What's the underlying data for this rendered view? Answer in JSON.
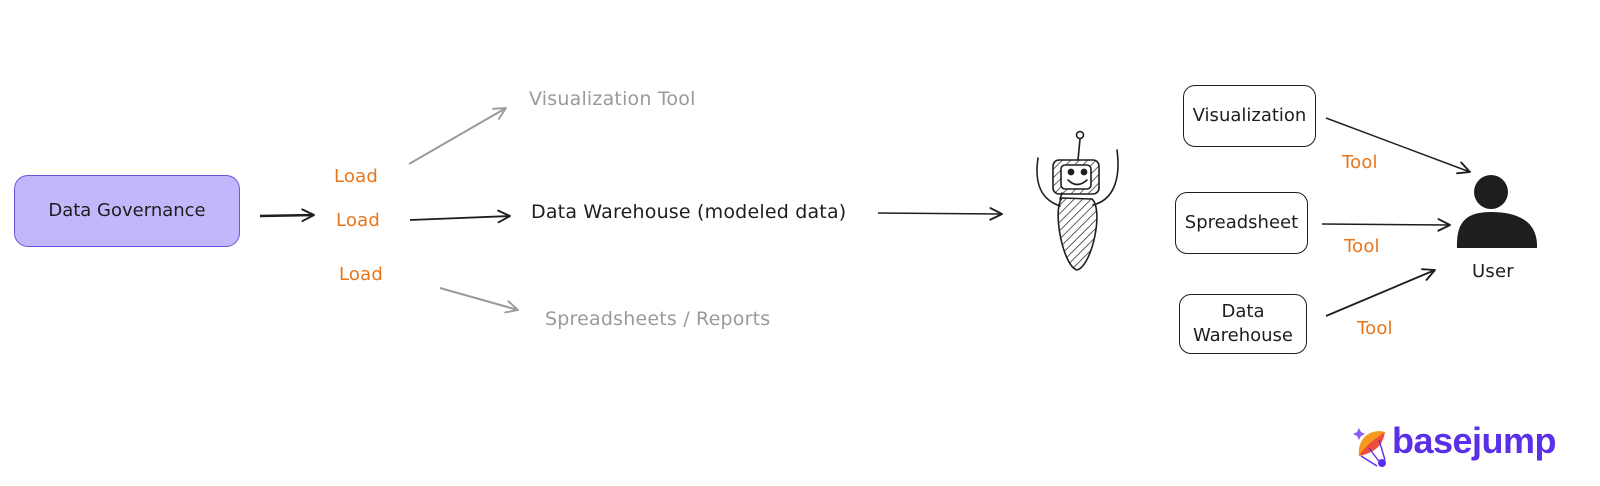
{
  "nodes": {
    "data_governance": "Data Governance",
    "visualization_tool": "Visualization Tool",
    "data_warehouse": "Data Warehouse (modeled data)",
    "spreadsheets_reports": "Spreadsheets / Reports",
    "visualization": "Visualization",
    "spreadsheet": "Spreadsheet",
    "data_warehouse_box": {
      "line1": "Data",
      "line2": "Warehouse"
    },
    "user": "User"
  },
  "edge_labels": {
    "load_top": "Load",
    "load_mid": "Load",
    "load_bottom": "Load",
    "tool_top": "Tool",
    "tool_mid": "Tool",
    "tool_bottom": "Tool"
  },
  "brand": {
    "name": "basejump"
  },
  "colors": {
    "accent_orange": "#e8751a",
    "governance_fill": "#c3b7fb",
    "governance_stroke": "#6a55d9",
    "muted_text": "#9a9a9a",
    "brand_purple": "#5b2ee8"
  },
  "icons": [
    "robot-icon",
    "user-icon",
    "brand-logo-icon"
  ]
}
